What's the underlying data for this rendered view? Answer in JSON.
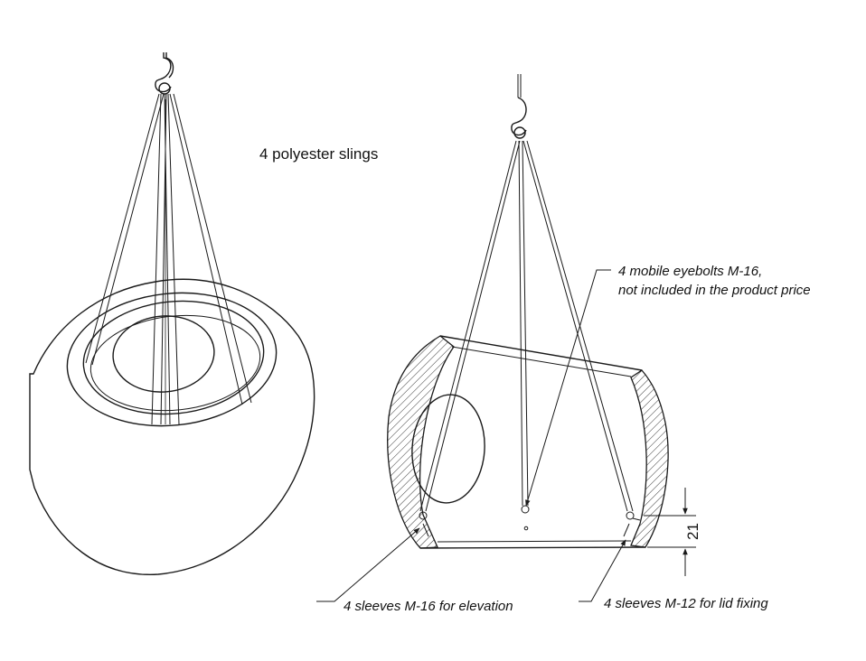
{
  "labels": {
    "slings": "4 polyester slings",
    "eyebolts_line1": "4 mobile eyebolts M-16,",
    "eyebolts_line2": "not included in the product price",
    "sleeves_elevation": "4 sleeves M-16 for elevation",
    "sleeves_lid": "4 sleeves M-12 for lid fixing"
  },
  "dimension": {
    "value": "21"
  }
}
